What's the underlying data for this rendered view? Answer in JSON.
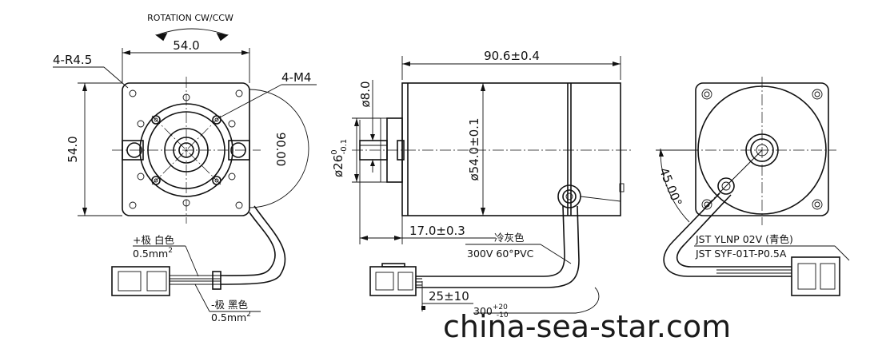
{
  "labels": {
    "rotation": "ROTATION CW/CCW",
    "width_54": "54.0",
    "corner_radius": "4-R4.5",
    "height_54": "54.0",
    "thread": "4-M4",
    "bolt_circle": "90.00",
    "length": "90.6±0.4",
    "shaft_dia": "ø8.0",
    "pilot_dia": "ø26",
    "pilot_tol_upper": "0",
    "pilot_tol_lower": "-0.1",
    "body_dia": "ø54.0±0.1",
    "shaft_length": "17.0±0.3",
    "cable_note_1": "冷灰色",
    "cable_note_2": "300V 60°PVC",
    "strip_length": "25±10",
    "cable_length": "300",
    "cable_tol_upper": "+20",
    "cable_tol_lower": "-10",
    "plus_wire_1": "+极 白色",
    "plus_wire_2": "0.5mm",
    "minus_wire_1": "-极 黑色",
    "minus_wire_2": "0.5mm",
    "squared": "2",
    "angle": "45.00°",
    "connector_1": "JST YLNP 02V (青色)",
    "connector_2": "JST SYF-01T-P0.5A"
  },
  "watermark": "china-sea-star.com"
}
